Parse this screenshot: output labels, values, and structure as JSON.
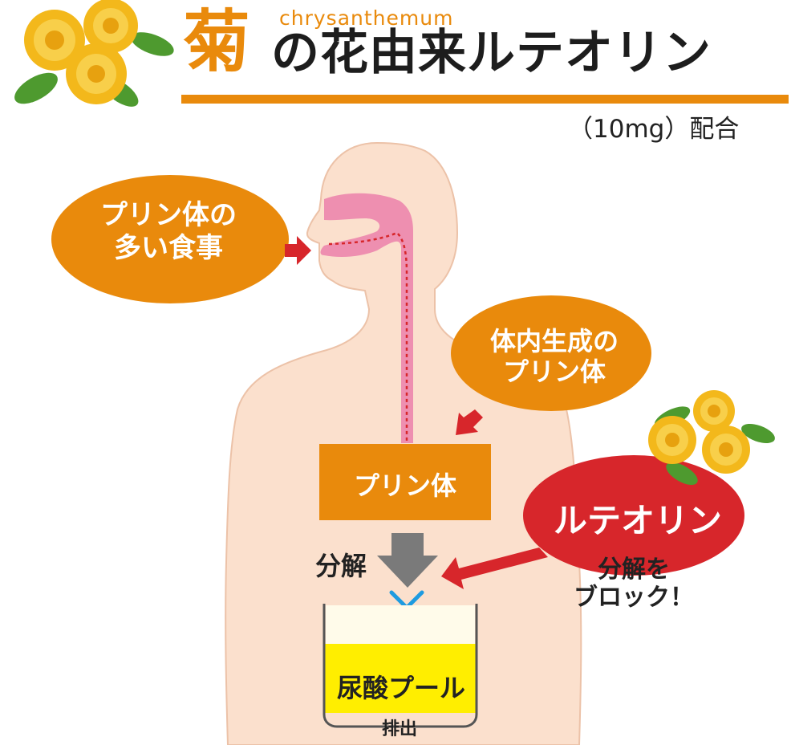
{
  "title": {
    "kiku": "菊",
    "rest": "の花由来ルテオリン",
    "english": "chrysanthemum"
  },
  "dose": "（10mg）配合",
  "labels": {
    "food": [
      "プリン体の",
      "多い食事"
    ],
    "internal": [
      "体内生成の",
      "プリン体"
    ],
    "purine": "プリン体",
    "luteolin": "ルテオリン",
    "decomposition": "分解",
    "block": [
      "分解を",
      "ブロック！"
    ],
    "uric_pool": "尿酸プール",
    "excretion": "排出"
  },
  "colors": {
    "accent_orange": "#e98a0c",
    "arrow_red": "#d7262b",
    "luteolin_red": "#d7262b",
    "skin": "#fbe0cd",
    "skin_outline": "#ecc2a8",
    "mouth_pink": "#ee8fb0",
    "pool_yellow": "#ffee00",
    "cross_blue": "#1e9be0",
    "down_arrow_gray": "#7a7a7a",
    "flower_yellow": "#f3b81b",
    "leaf_green": "#4e9a2f"
  },
  "icons": [
    "chrysanthemum-flower-icon",
    "red-arrow-icon",
    "gray-down-arrow-icon",
    "blue-cross-icon"
  ]
}
